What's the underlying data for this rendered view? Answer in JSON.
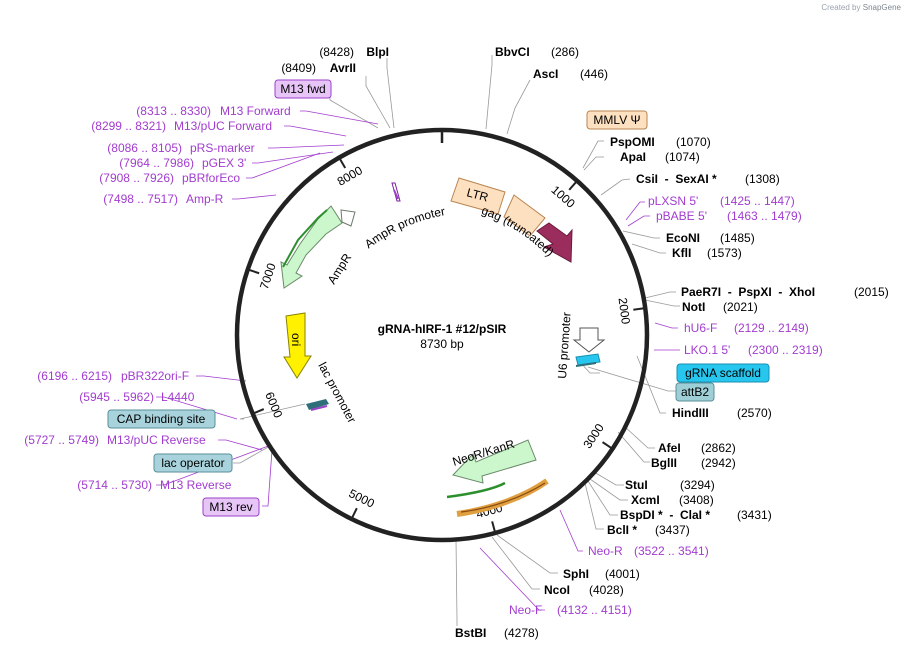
{
  "brand": {
    "prefix": "Created by",
    "name": "SnapGene"
  },
  "plasmid": {
    "name": "gRNA-hIRF-1 #12/pSIR",
    "length_label": "8730 bp",
    "length": 8730
  },
  "ticks": [
    {
      "bp": 1000,
      "label": "1000"
    },
    {
      "bp": 2000,
      "label": "2000"
    },
    {
      "bp": 3000,
      "label": "3000"
    },
    {
      "bp": 4000,
      "label": "4000"
    },
    {
      "bp": 5000,
      "label": "5000"
    },
    {
      "bp": 6000,
      "label": "6000"
    },
    {
      "bp": 7000,
      "label": "7000"
    },
    {
      "bp": 8000,
      "label": "8000"
    }
  ],
  "sites": [
    {
      "name": "BlpI",
      "pos": "(8428)"
    },
    {
      "name": "AvrII",
      "pos": "(8409)"
    },
    {
      "name": "BbvCI",
      "pos": "(286)"
    },
    {
      "name": "AscI",
      "pos": "(446)"
    },
    {
      "name": "PspOMI",
      "pos": "(1070)"
    },
    {
      "name": "ApaI",
      "pos": "(1074)"
    },
    {
      "name": "CsiI  -  SexAI *",
      "pos": "(1308)"
    },
    {
      "name": "EcoNI",
      "pos": "(1485)"
    },
    {
      "name": "KflI",
      "pos": "(1573)"
    },
    {
      "name": "PaeR7I  -  PspXI  -  XhoI",
      "pos": "(2015)"
    },
    {
      "name": "NotI",
      "pos": "(2021)"
    },
    {
      "name": "HindIII",
      "pos": "(2570)"
    },
    {
      "name": "AfeI",
      "pos": "(2862)"
    },
    {
      "name": "BglII",
      "pos": "(2942)"
    },
    {
      "name": "StuI",
      "pos": "(3294)"
    },
    {
      "name": "XcmI",
      "pos": "(3408)"
    },
    {
      "name": "BspDI *  -  ClaI *",
      "pos": "(3431)"
    },
    {
      "name": "BclI *",
      "pos": "(3437)"
    },
    {
      "name": "SphI",
      "pos": "(4001)"
    },
    {
      "name": "NcoI",
      "pos": "(4028)"
    },
    {
      "name": "BstBI",
      "pos": "(4278)"
    }
  ],
  "primers": [
    {
      "name": "M13 Forward",
      "pos": "(8313 .. 8330)"
    },
    {
      "name": "M13/pUC Forward",
      "pos": "(8299 .. 8321)"
    },
    {
      "name": "pRS-marker",
      "pos": "(8086 .. 8105)"
    },
    {
      "name": "pGEX 3'",
      "pos": "(7964 .. 7986)"
    },
    {
      "name": "pBRforEco",
      "pos": "(7908 .. 7926)"
    },
    {
      "name": "Amp-R",
      "pos": "(7498 .. 7517)"
    },
    {
      "name": "pLXSN 5'",
      "pos": "(1425 .. 1447)"
    },
    {
      "name": "pBABE 5'",
      "pos": "(1463 .. 1479)"
    },
    {
      "name": "hU6-F",
      "pos": "(2129 .. 2149)"
    },
    {
      "name": "LKO.1 5'",
      "pos": "(2300 .. 2319)"
    },
    {
      "name": "pBR322ori-F",
      "pos": "(6196 .. 6215)"
    },
    {
      "name": "L4440",
      "pos": "(5945 .. 5962)"
    },
    {
      "name": "M13/pUC Reverse",
      "pos": "(5727 .. 5749)"
    },
    {
      "name": "M13 Reverse",
      "pos": "(5714 .. 5730)"
    },
    {
      "name": "Neo-R",
      "pos": "(3522 .. 3541)"
    },
    {
      "name": "Neo-F",
      "pos": "(4132 .. 4151)"
    }
  ],
  "boxes": [
    {
      "name": "M13 fwd",
      "fill": "#e7c6f7",
      "stroke": "#9b42c8"
    },
    {
      "name": "MMLV Ψ",
      "fill": "#fde0c0",
      "stroke": "#b98552"
    },
    {
      "name": "gRNA scaffold",
      "fill": "#27c6ee",
      "stroke": "#1a8fb0"
    },
    {
      "name": "attB2",
      "fill": "#9fcfd6",
      "stroke": "#5a8f99"
    },
    {
      "name": "CAP binding site",
      "fill": "#a8d3dc",
      "stroke": "#5a8f99"
    },
    {
      "name": "lac operator",
      "fill": "#a8d3dc",
      "stroke": "#5a8f99"
    },
    {
      "name": "M13 rev",
      "fill": "#e7c6f7",
      "stroke": "#9b42c8"
    }
  ],
  "features": [
    {
      "name": "LTR"
    },
    {
      "name": "gag (truncated)"
    },
    {
      "name": "AmpR promoter"
    },
    {
      "name": "AmpR"
    },
    {
      "name": "ori"
    },
    {
      "name": "lac promoter"
    },
    {
      "name": "U6 promoter"
    },
    {
      "name": "NeoR/KanR"
    }
  ],
  "colors": {
    "backbone": "#222222",
    "site_text": "#000000",
    "primer": "#a23ccf",
    "ampr_fill": "#ccf7cc",
    "ltr_fill": "#fde0c0",
    "gag_arrow": "#9b2d5d",
    "ori_fill": "#fff100",
    "neor_fill": "#ccf7cc"
  }
}
